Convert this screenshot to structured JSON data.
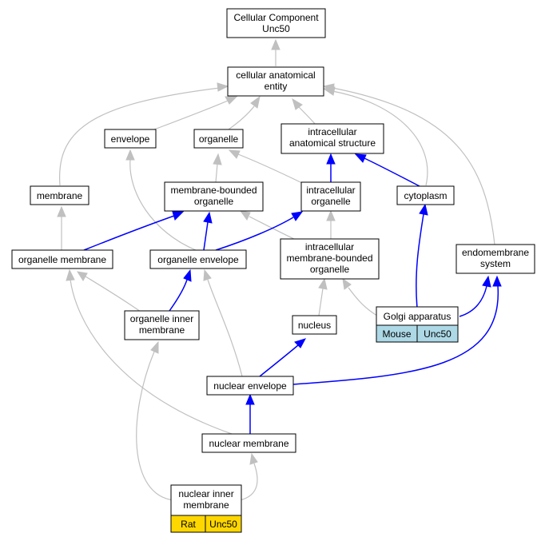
{
  "nodes": {
    "cellular_component": {
      "lines": [
        "Cellular Component",
        "Unc50"
      ]
    },
    "cellular_anatomical_entity": {
      "lines": [
        "cellular anatomical",
        "entity"
      ]
    },
    "envelope": {
      "lines": [
        "envelope"
      ]
    },
    "organelle": {
      "lines": [
        "organelle"
      ]
    },
    "intracellular_anatomical_structure": {
      "lines": [
        "intracellular",
        "anatomical structure"
      ]
    },
    "membrane": {
      "lines": [
        "membrane"
      ]
    },
    "membrane_bounded_organelle": {
      "lines": [
        "membrane-bounded",
        "organelle"
      ]
    },
    "intracellular_organelle": {
      "lines": [
        "intracellular",
        "organelle"
      ]
    },
    "cytoplasm": {
      "lines": [
        "cytoplasm"
      ]
    },
    "organelle_membrane": {
      "lines": [
        "organelle membrane"
      ]
    },
    "organelle_envelope": {
      "lines": [
        "organelle envelope"
      ]
    },
    "intracellular_membrane_bounded_organelle": {
      "lines": [
        "intracellular",
        "membrane-bounded",
        "organelle"
      ]
    },
    "endomembrane_system": {
      "lines": [
        "endomembrane",
        "system"
      ]
    },
    "golgi_apparatus": {
      "lines": [
        "Golgi apparatus"
      ],
      "tags": [
        "Mouse",
        "Unc50"
      ]
    },
    "organelle_inner_membrane": {
      "lines": [
        "organelle inner",
        "membrane"
      ]
    },
    "nucleus": {
      "lines": [
        "nucleus"
      ]
    },
    "nuclear_envelope": {
      "lines": [
        "nuclear envelope"
      ]
    },
    "nuclear_membrane": {
      "lines": [
        "nuclear membrane"
      ]
    },
    "nuclear_inner_membrane": {
      "lines": [
        "nuclear inner",
        "membrane"
      ],
      "tags": [
        "Rat",
        "Unc50"
      ]
    }
  },
  "edge_colors": {
    "is_a": "#c0c0c0",
    "part_of": "#0000ff"
  },
  "tag_colors": {
    "Mouse": "#add8e6",
    "Rat": "#ffd700"
  }
}
